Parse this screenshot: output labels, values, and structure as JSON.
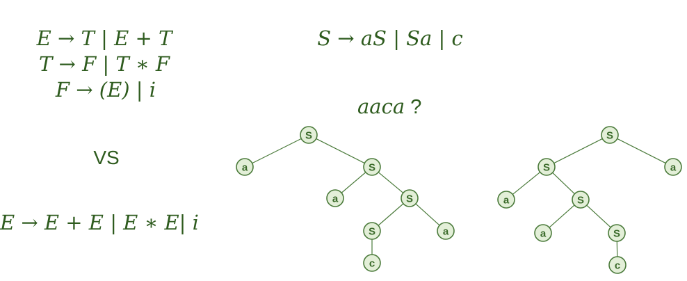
{
  "grammar_left": {
    "rules": [
      "E → T | E + T",
      "T → F | T ∗ F",
      "F → (E) | i"
    ]
  },
  "versus_label": "VS",
  "ambiguous_grammar": "E → E + E | E ∗ E| i",
  "grammar_right": "S → aS |  Sa | c",
  "question": {
    "word": "aaca",
    "mark": "?"
  },
  "tree_left": {
    "nodes": [
      {
        "id": "n1",
        "label": "S"
      },
      {
        "id": "n2",
        "label": "a"
      },
      {
        "id": "n3",
        "label": "S"
      },
      {
        "id": "n4",
        "label": "a"
      },
      {
        "id": "n5",
        "label": "S"
      },
      {
        "id": "n6",
        "label": "S"
      },
      {
        "id": "n7",
        "label": "a"
      },
      {
        "id": "n8",
        "label": "c"
      }
    ],
    "edges": [
      [
        "n1",
        "n2"
      ],
      [
        "n1",
        "n3"
      ],
      [
        "n3",
        "n4"
      ],
      [
        "n3",
        "n5"
      ],
      [
        "n5",
        "n6"
      ],
      [
        "n5",
        "n7"
      ],
      [
        "n6",
        "n8"
      ]
    ]
  },
  "tree_right": {
    "nodes": [
      {
        "id": "m1",
        "label": "S"
      },
      {
        "id": "m2",
        "label": "S"
      },
      {
        "id": "m3",
        "label": "a"
      },
      {
        "id": "m4",
        "label": "a"
      },
      {
        "id": "m5",
        "label": "S"
      },
      {
        "id": "m6",
        "label": "a"
      },
      {
        "id": "m7",
        "label": "S"
      },
      {
        "id": "m8",
        "label": "c"
      }
    ],
    "edges": [
      [
        "m1",
        "m2"
      ],
      [
        "m1",
        "m3"
      ],
      [
        "m2",
        "m4"
      ],
      [
        "m2",
        "m5"
      ],
      [
        "m5",
        "m6"
      ],
      [
        "m5",
        "m7"
      ],
      [
        "m7",
        "m8"
      ]
    ]
  }
}
